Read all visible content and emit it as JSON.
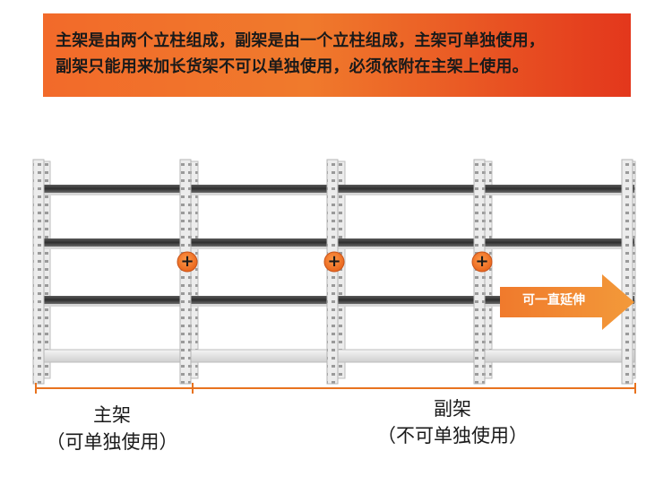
{
  "banner": {
    "line1": "主架是由两个立柱组成，副架是由一个立柱组成，主架可单独使用，",
    "line2": "副架只能用来加长货架不可以单独使用，必须依附在主架上使用。"
  },
  "connector_symbol": "+",
  "arrow_text": "可一直延伸",
  "main_frame": {
    "name": "主架",
    "note": "（可单独使用）"
  },
  "sub_frame": {
    "name": "副架",
    "note": "（不可单独使用）"
  },
  "colors": {
    "accent_orange": "#f07a2c",
    "banner_red": "#e3371c",
    "dimension_line": "#e8731f",
    "shelf_dark": "#3a3a3a",
    "upright_light": "#e9e9e9"
  },
  "icons": [
    "plus-connector-icon",
    "extend-arrow-icon"
  ]
}
